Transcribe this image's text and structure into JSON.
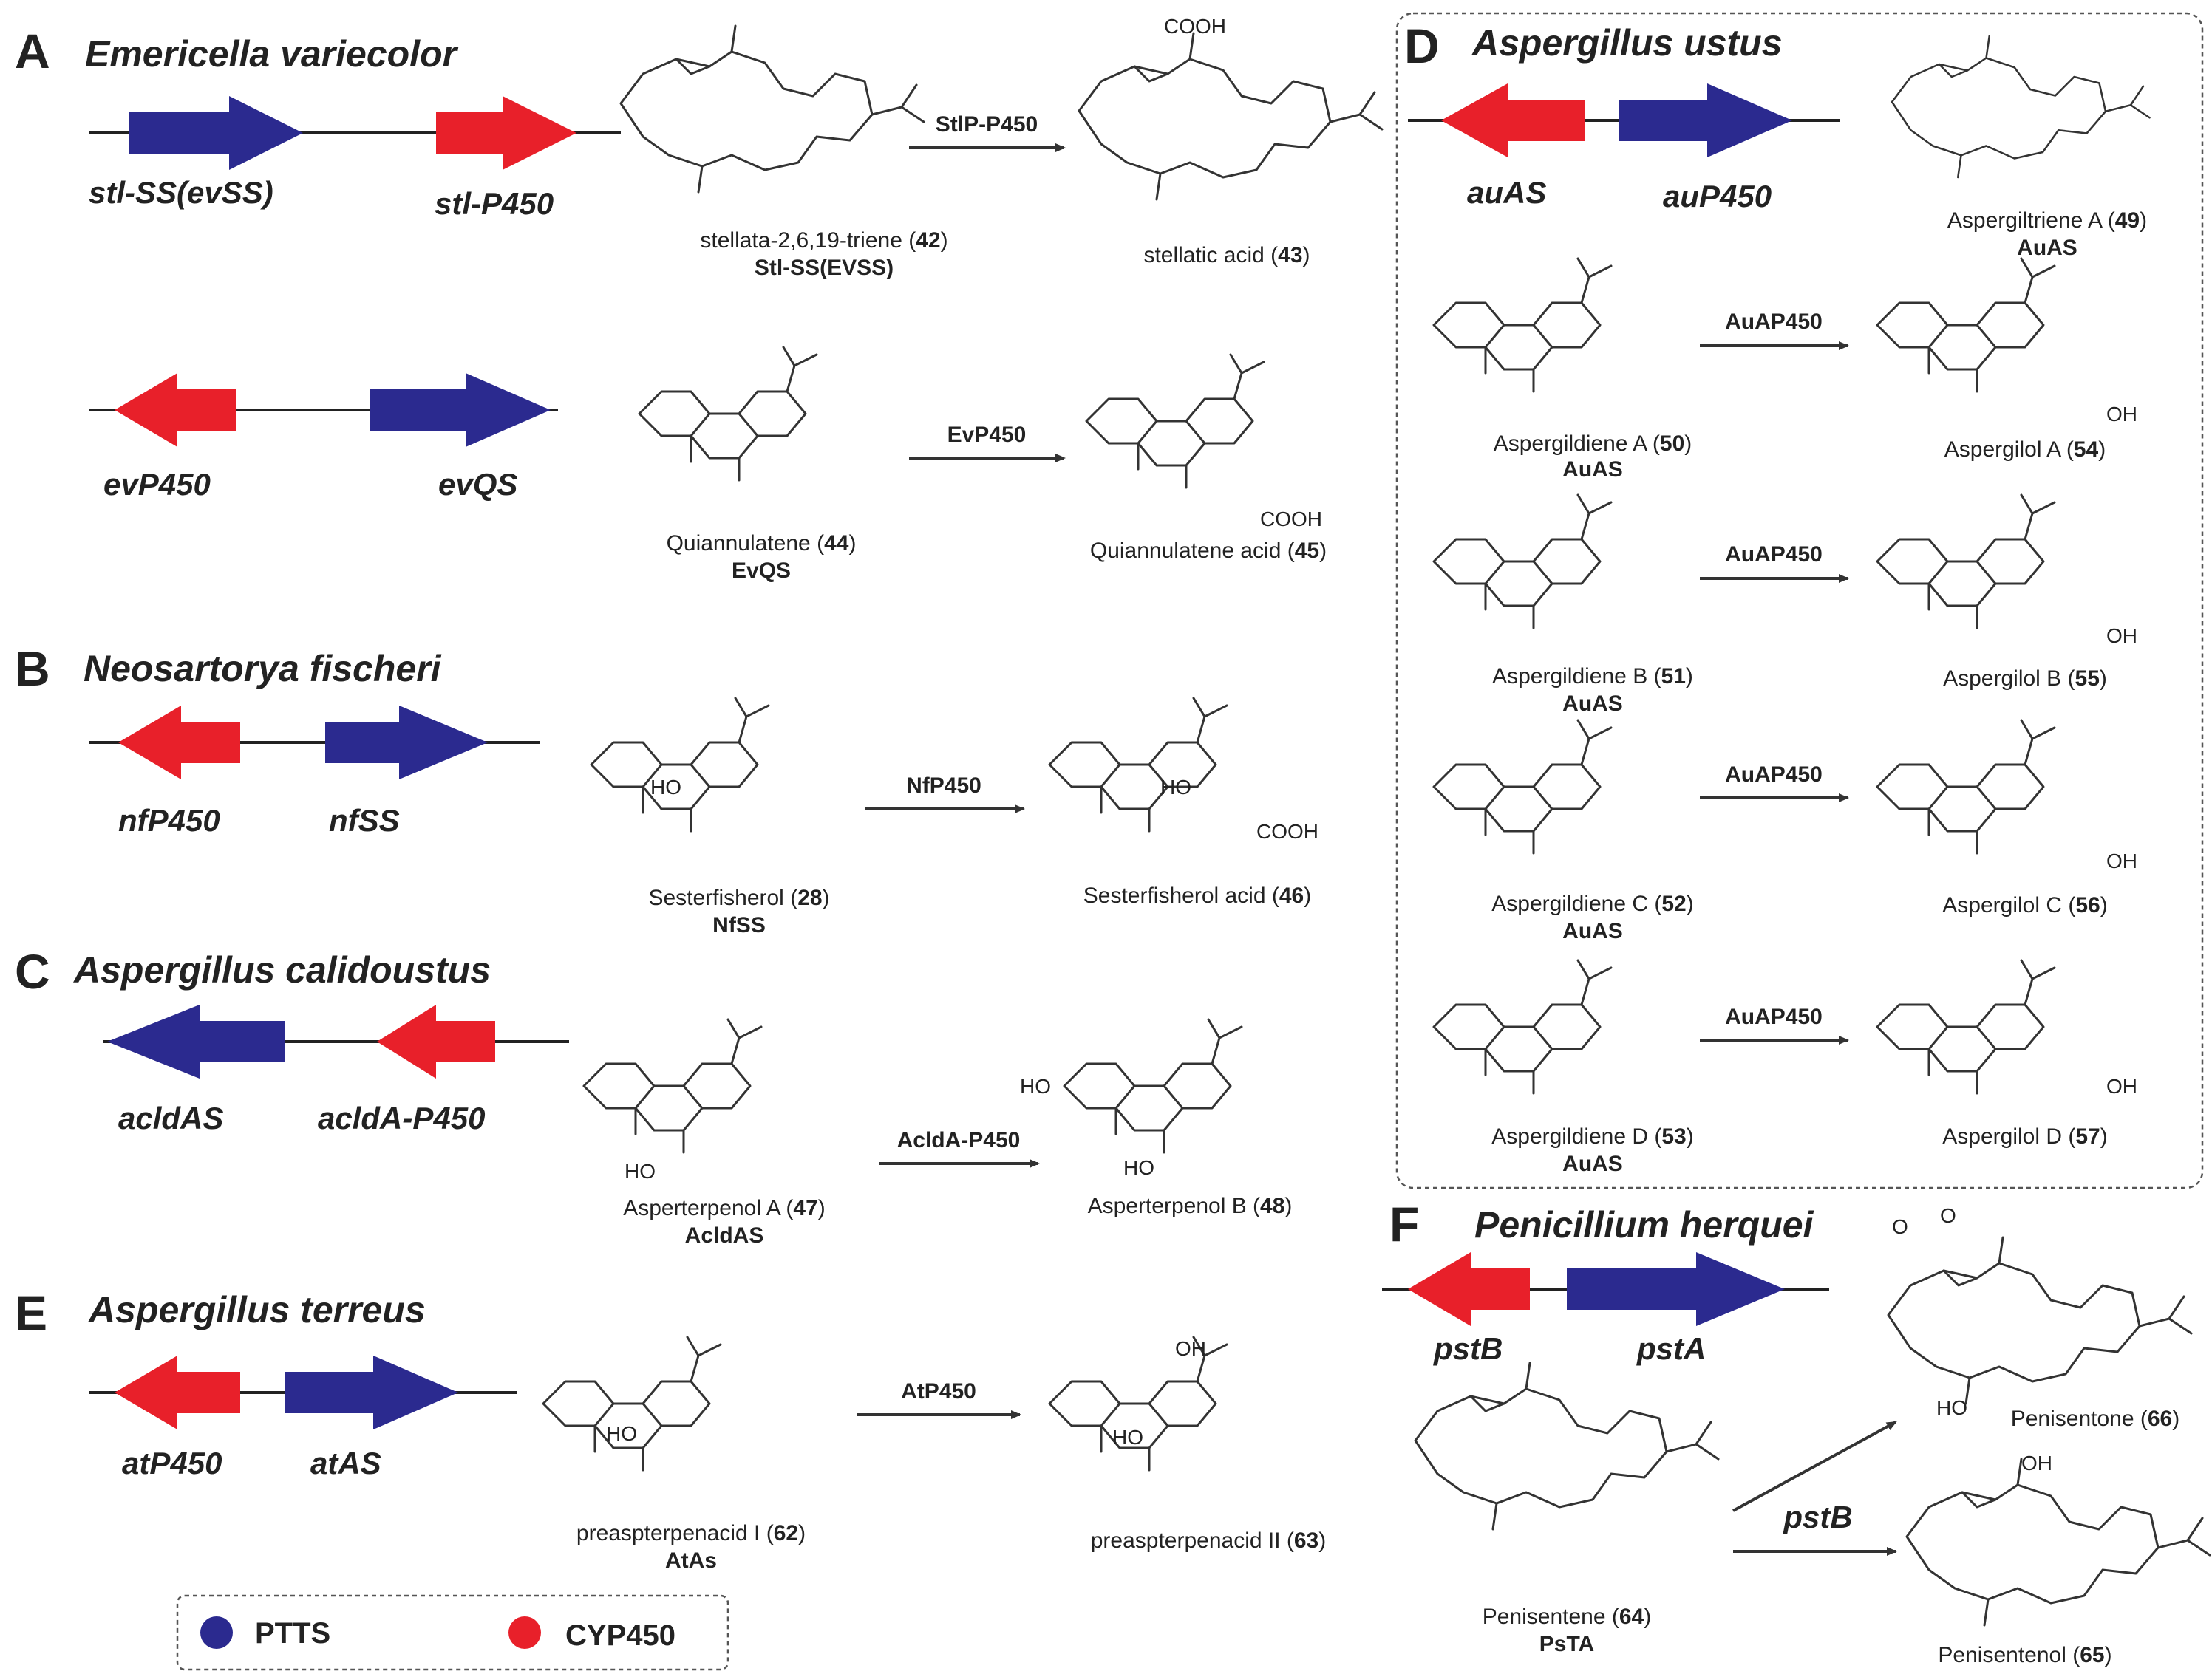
{
  "colors": {
    "ptts": "#2b2a8f",
    "cyp450": "#e8202a",
    "line": "#222222"
  },
  "legend": {
    "ptts": "PTTS",
    "cyp450": "CYP450"
  },
  "panels": [
    {
      "id": "A",
      "clusters": [
        {
          "organism": "Emericella variecolor",
          "genes": [
            {
              "name": "stl-SS(evSS)",
              "type": "ptts",
              "dir": "right"
            },
            {
              "name": "stl-P450",
              "type": "cyp450",
              "dir": "right"
            }
          ],
          "substrate": {
            "name": "stellata-2,6,19-triene",
            "num": "42",
            "enzyme": "Stl-SS(EVSS)"
          },
          "enzyme_arrow": "StlP-P450",
          "product": {
            "name": "stellatic acid",
            "num": "43"
          }
        },
        {
          "organism": "",
          "genes": [
            {
              "name": "evP450",
              "type": "cyp450",
              "dir": "left"
            },
            {
              "name": "evQS",
              "type": "ptts",
              "dir": "right"
            }
          ],
          "substrate": {
            "name": "Quiannulatene",
            "num": "44",
            "enzyme": "EvQS"
          },
          "enzyme_arrow": "EvP450",
          "product": {
            "name": "Quiannulatene acid",
            "num": "45"
          }
        }
      ]
    },
    {
      "id": "B",
      "organism": "Neosartorya fischeri",
      "genes": [
        {
          "name": "nfP450",
          "type": "cyp450",
          "dir": "left"
        },
        {
          "name": "nfSS",
          "type": "ptts",
          "dir": "right"
        }
      ],
      "substrate": {
        "name": "Sesterfisherol",
        "num": "28",
        "enzyme": "NfSS"
      },
      "enzyme_arrow": "NfP450",
      "product": {
        "name": "Sesterfisherol acid",
        "num": "46"
      }
    },
    {
      "id": "C",
      "organism": "Aspergillus calidoustus",
      "genes": [
        {
          "name": "acldAS",
          "type": "ptts",
          "dir": "left"
        },
        {
          "name": "acldA-P450",
          "type": "cyp450",
          "dir": "left"
        }
      ],
      "substrate": {
        "name": "Asperterpenol A",
        "num": "47",
        "enzyme": "AcldAS"
      },
      "enzyme_arrow": "AcldA-P450",
      "product": {
        "name": "Asperterpenol B",
        "num": "48"
      }
    },
    {
      "id": "D",
      "organism": "Aspergillus ustus",
      "genes": [
        {
          "name": "auAS",
          "type": "cyp450",
          "dir": "left"
        },
        {
          "name": "auP450",
          "type": "ptts",
          "dir": "right"
        }
      ],
      "top_compound": {
        "name": "Aspergiltriene A",
        "num": "49",
        "enzyme": "AuAS"
      },
      "conversions": [
        {
          "substrate": "Aspergildiene A",
          "substrate_num": "50",
          "enzyme": "AuAS",
          "arrow": "AuAP450",
          "product": "Aspergilol A",
          "product_num": "54"
        },
        {
          "substrate": "Aspergildiene B",
          "substrate_num": "51",
          "enzyme": "AuAS",
          "arrow": "AuAP450",
          "product": "Aspergilol B",
          "product_num": "55"
        },
        {
          "substrate": "Aspergildiene C",
          "substrate_num": "52",
          "enzyme": "AuAS",
          "arrow": "AuAP450",
          "product": "Aspergilol C",
          "product_num": "56"
        },
        {
          "substrate": "Aspergildiene D",
          "substrate_num": "53",
          "enzyme": "AuAS",
          "arrow": "AuAP450",
          "product": "Aspergilol D",
          "product_num": "57"
        }
      ]
    },
    {
      "id": "E",
      "organism": "Aspergillus terreus",
      "genes": [
        {
          "name": "atP450",
          "type": "cyp450",
          "dir": "left"
        },
        {
          "name": "atAS",
          "type": "ptts",
          "dir": "right"
        }
      ],
      "substrate": {
        "name": "preaspterpenacid I",
        "num": "62",
        "enzyme": "AtAs"
      },
      "enzyme_arrow": "AtP450",
      "product": {
        "name": "preaspterpenacid II",
        "num": "63"
      }
    },
    {
      "id": "F",
      "organism": "Penicillium herquei",
      "genes": [
        {
          "name": "pstB",
          "type": "cyp450",
          "dir": "left"
        },
        {
          "name": "pstA",
          "type": "ptts",
          "dir": "right"
        }
      ],
      "substrate": {
        "name": "Penisentene",
        "num": "64",
        "enzyme": "PsTA"
      },
      "enzyme_arrow": "pstB",
      "products": [
        {
          "name": "Penisentone",
          "num": "66"
        },
        {
          "name": "Penisentenol",
          "num": "65"
        }
      ]
    }
  ]
}
